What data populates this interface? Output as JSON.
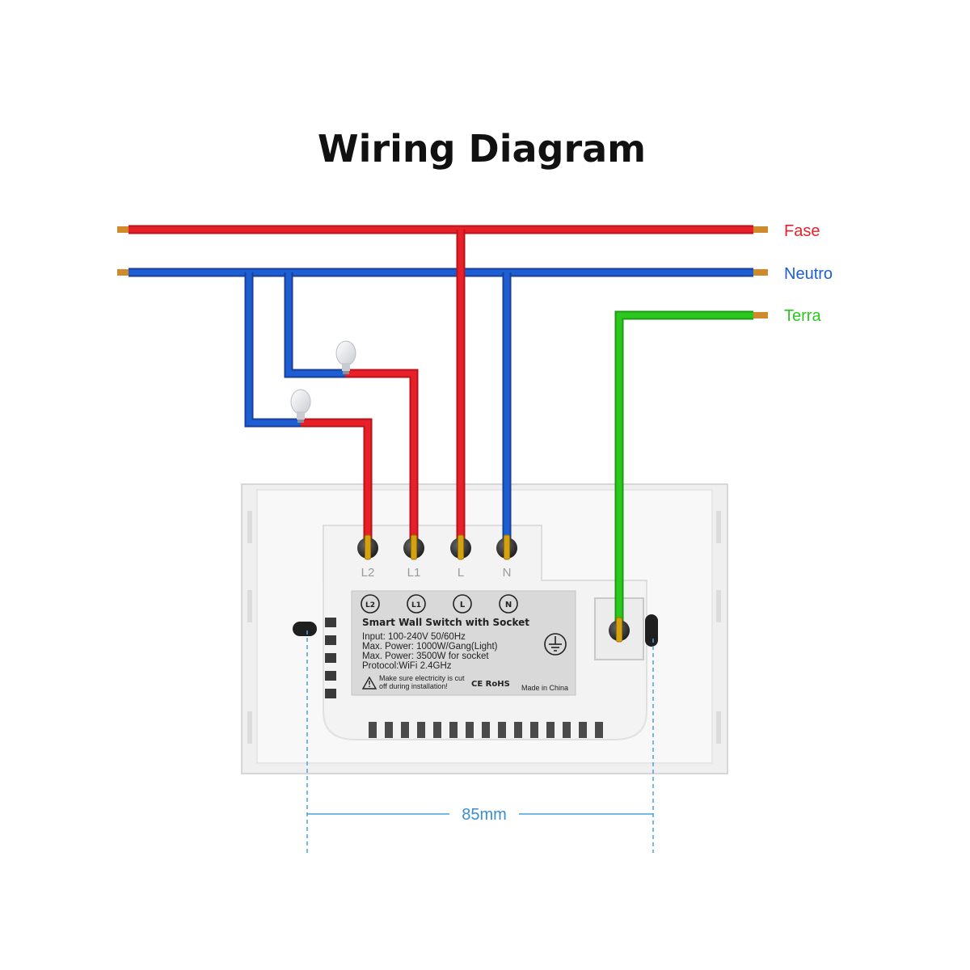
{
  "title": "Wiring Diagram",
  "wires": {
    "phase": {
      "label": "Fase",
      "color": "#e8202a"
    },
    "neutral": {
      "label": "Neutro",
      "color": "#1d5fd3"
    },
    "earth": {
      "label": "Terra",
      "color": "#2bc81e"
    }
  },
  "terminals": [
    "L2",
    "L1",
    "L",
    "N"
  ],
  "device_label": {
    "icons": [
      "L2",
      "L1",
      "L",
      "N"
    ],
    "product": "Smart Wall Switch with Socket",
    "specs": [
      "Input: 100-240V 50/60Hz",
      "Max. Power: 1000W/Gang(Light)",
      "Max. Power: 3500W for socket",
      "Protocol:WiFi 2.4GHz"
    ],
    "warning": [
      "Make sure electricity is cut",
      "off during installation!"
    ],
    "certification": "CE RoHS",
    "origin": "Made in China"
  },
  "dimension": "85mm",
  "colors": {
    "copper": "#d08a2c",
    "dimension_line": "#4aa0dc"
  }
}
